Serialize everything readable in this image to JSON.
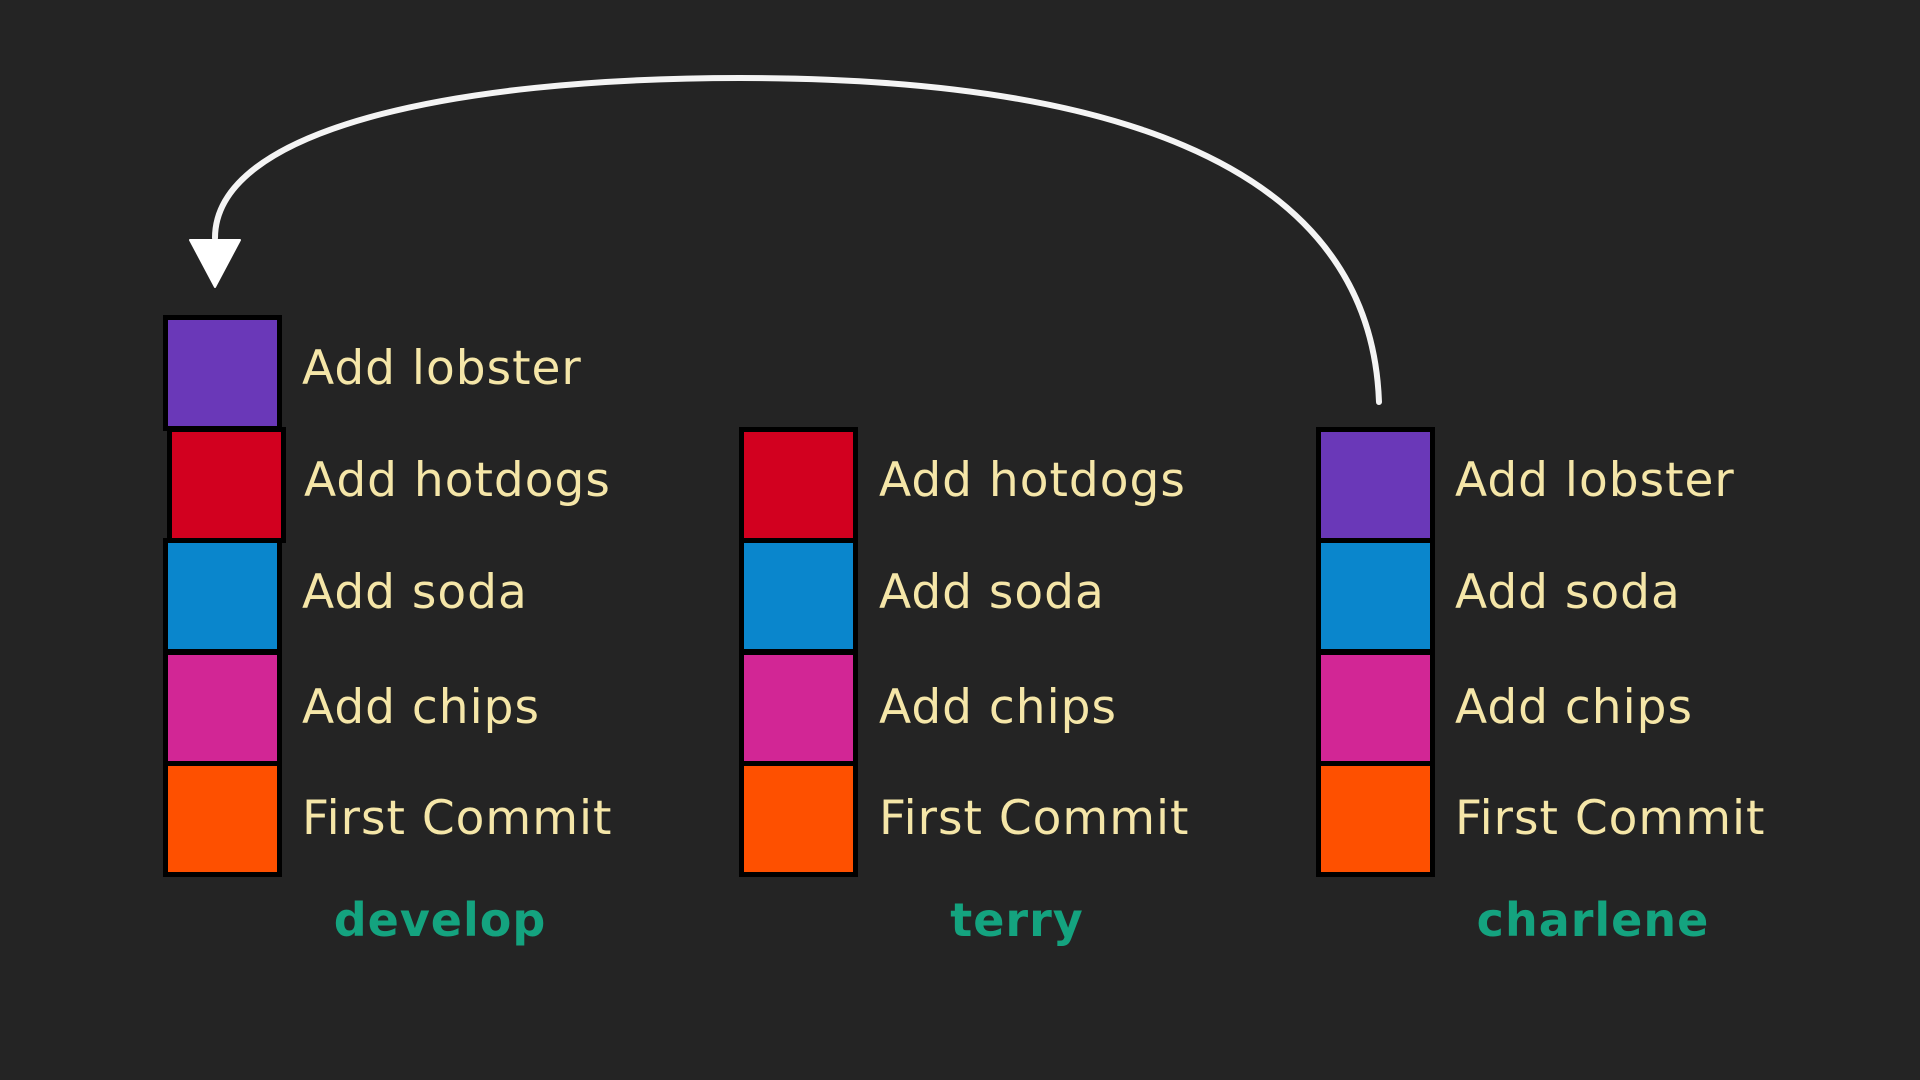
{
  "colors": {
    "background": "#242424",
    "message_text": "#f5e6a8",
    "branch_label": "#14a37f",
    "arrow": "#f4f4f4",
    "lobster": "#6a38b8",
    "hotdogs": "#d2001f",
    "soda": "#0a86cc",
    "chips": "#d22695",
    "first_commit": "#fe5000"
  },
  "branches": [
    {
      "name": "develop",
      "commits": [
        {
          "message": "Add lobster",
          "color": "#6a38b8"
        },
        {
          "message": "Add hotdogs",
          "color": "#d2001f"
        },
        {
          "message": "Add soda",
          "color": "#0a86cc"
        },
        {
          "message": "Add chips",
          "color": "#d22695"
        },
        {
          "message": "First Commit",
          "color": "#fe5000"
        }
      ]
    },
    {
      "name": "terry",
      "commits": [
        {
          "message": "Add hotdogs",
          "color": "#d2001f"
        },
        {
          "message": "Add soda",
          "color": "#0a86cc"
        },
        {
          "message": "Add chips",
          "color": "#d22695"
        },
        {
          "message": "First Commit",
          "color": "#fe5000"
        }
      ]
    },
    {
      "name": "charlene",
      "commits": [
        {
          "message": "Add lobster",
          "color": "#6a38b8"
        },
        {
          "message": "Add soda",
          "color": "#0a86cc"
        },
        {
          "message": "Add chips",
          "color": "#d22695"
        },
        {
          "message": "First Commit",
          "color": "#fe5000"
        }
      ]
    }
  ]
}
